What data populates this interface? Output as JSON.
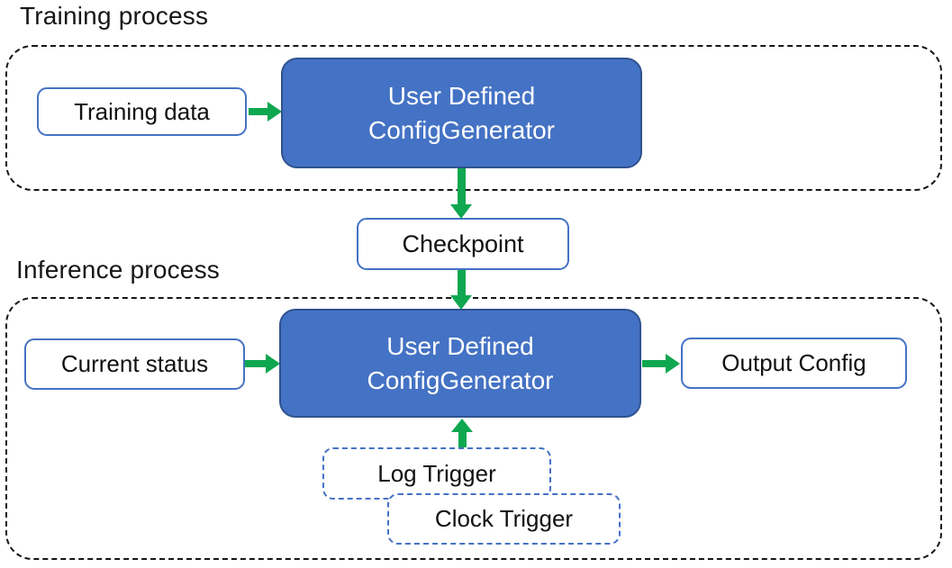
{
  "diagram": {
    "colors": {
      "generator_fill": "#4472C4",
      "generator_border": "#2F528F",
      "io_border": "#4472C4",
      "arrow_green": "#0FA750",
      "container_dash": "#161616"
    },
    "training": {
      "title": "Training process",
      "input_label": "Training data",
      "generator_line1": "User Defined",
      "generator_line2": "ConfigGenerator"
    },
    "checkpoint_label": "Checkpoint",
    "inference": {
      "title": "Inference process",
      "input_label": "Current status",
      "generator_line1": "User Defined",
      "generator_line2": "ConfigGenerator",
      "output_label": "Output Config",
      "log_trigger_label": "Log Trigger",
      "clock_trigger_label": "Clock Trigger"
    }
  }
}
